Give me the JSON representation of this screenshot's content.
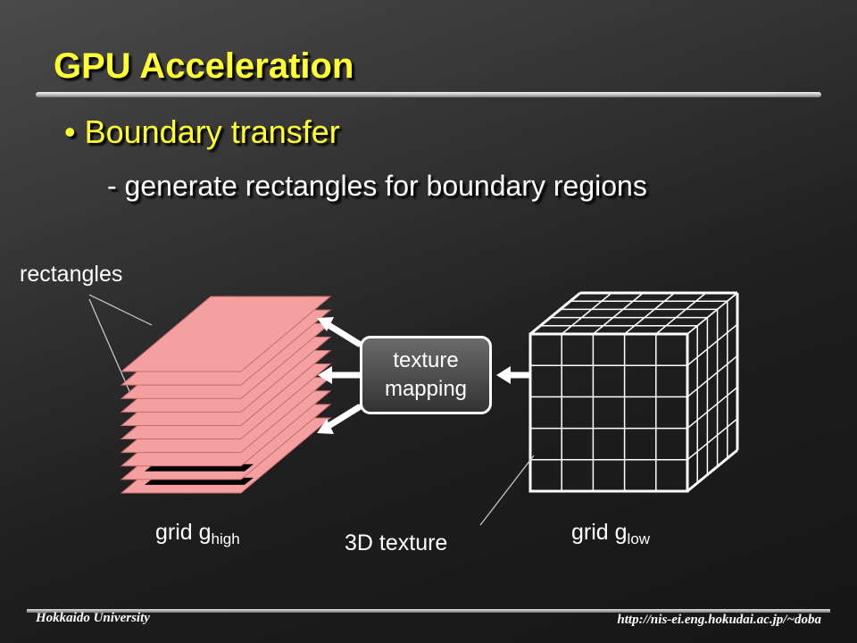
{
  "slide": {
    "title": "GPU Acceleration",
    "bullet": "• Boundary transfer",
    "sub_bullet": "- generate rectangles for boundary regions"
  },
  "diagram": {
    "rectangles_label": "rectangles",
    "texture_box_line1": "texture",
    "texture_box_line2": "mapping",
    "grid_high_prefix": "grid g",
    "grid_high_sub": "high",
    "grid_low_prefix": "grid g",
    "grid_low_sub": "low",
    "texture3d_label": "3D texture"
  },
  "footer": {
    "left": "Hokkaido University",
    "right": "http://nis-ei.eng.hokudai.ac.jp/~doba"
  },
  "colors": {
    "title": "#ffff33",
    "rect_fill": "#f4a0a0",
    "rect_stroke": "#c86b6b"
  }
}
